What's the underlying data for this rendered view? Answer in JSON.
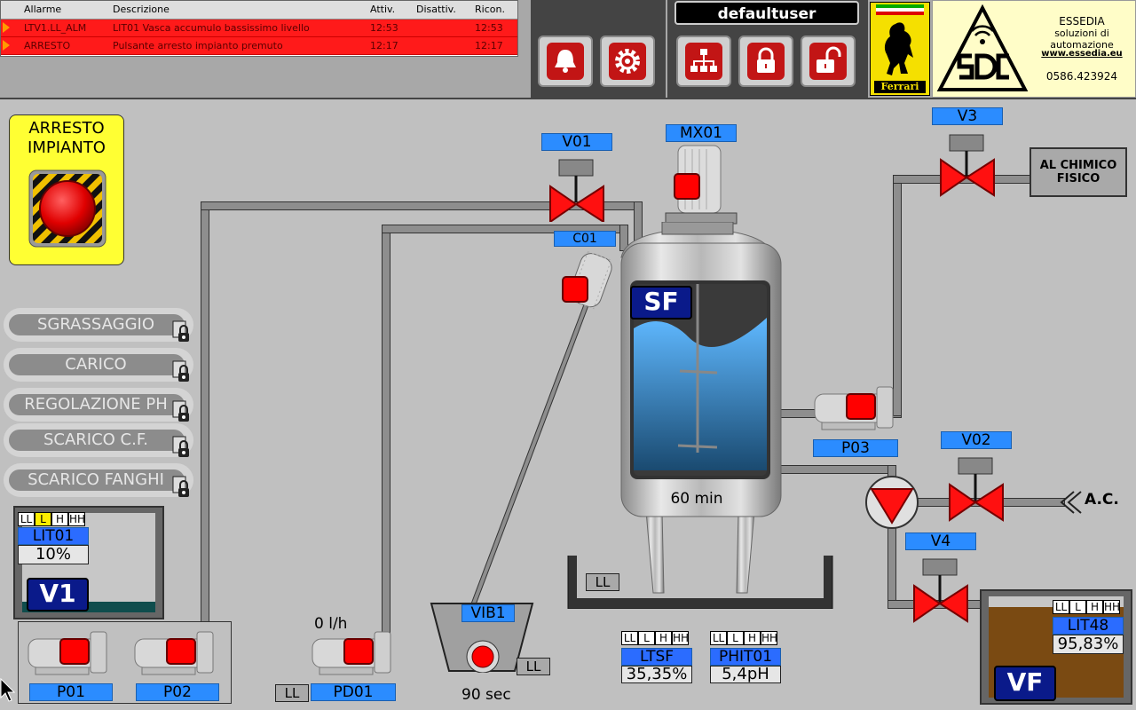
{
  "alarms": {
    "headers": [
      "Allarme",
      "Descrizione",
      "Attiv.",
      "Disattiv.",
      "Ricon."
    ],
    "rows": [
      {
        "alarm": "LTV1.LL_ALM",
        "description": "LIT01 Vasca accumulo bassissimo livello",
        "active": "12:53",
        "inactive": "",
        "ack": "12:53"
      },
      {
        "alarm": "ARRESTO",
        "description": "Pulsante arresto impianto premuto",
        "active": "12:17",
        "inactive": "",
        "ack": "12:17"
      }
    ]
  },
  "header": {
    "user": "defaultuser",
    "buttons": [
      "bell-icon",
      "gear-icon",
      "network-icon",
      "lock-icon",
      "unlock-icon"
    ]
  },
  "branding": {
    "ferrari_text": "Ferrari",
    "company": "ESSEDIA",
    "tagline": "soluzioni di automazione",
    "website": "www.essedia.eu",
    "phone": "0586.423924"
  },
  "emergency_stop": {
    "line1": "ARRESTO",
    "line2": "IMPIANTO"
  },
  "menu": {
    "items": [
      "SGRASSAGGIO",
      "CARICO",
      "REGOLAZIONE PH",
      "SCARICO C.F.",
      "SCARICO FANGHI"
    ]
  },
  "levels": {
    "grid": [
      "LL",
      "L",
      "H",
      "HH"
    ]
  },
  "tank_v1": {
    "name": "V1",
    "sensor": "LIT01",
    "value": "10%",
    "active_level": "L"
  },
  "tank_vf": {
    "name": "VF",
    "sensor": "LIT48",
    "value": "95,83%"
  },
  "tank_sf": {
    "name": "SF",
    "timer": "60 min",
    "ll": "LL"
  },
  "ltsf": {
    "sensor": "LTSF",
    "value": "35,35%"
  },
  "phit01": {
    "sensor": "PHIT01",
    "value": "5,4pH"
  },
  "valves": {
    "v01": "V01",
    "v02": "V02",
    "v3": "V3",
    "v4": "V4"
  },
  "motors": {
    "mx01": "MX01",
    "c01": "C01",
    "vib1": "VIB1",
    "vib_timer": "90 sec",
    "vib_ll": "LL"
  },
  "pumps": {
    "p01": "P01",
    "p02": "P02",
    "p03": "P03",
    "pd01": "PD01",
    "pd01_flow": "0 l/h",
    "pd01_ll": "LL"
  },
  "destinations": {
    "chemical": "AL CHIMICO FISICO",
    "ac": "A.C."
  },
  "colors": {
    "alarm_red": "#ff1a1a",
    "tag_blue": "#2b8cff",
    "tank_badge": "#0a1a8a",
    "level_active": "#ffee00"
  }
}
